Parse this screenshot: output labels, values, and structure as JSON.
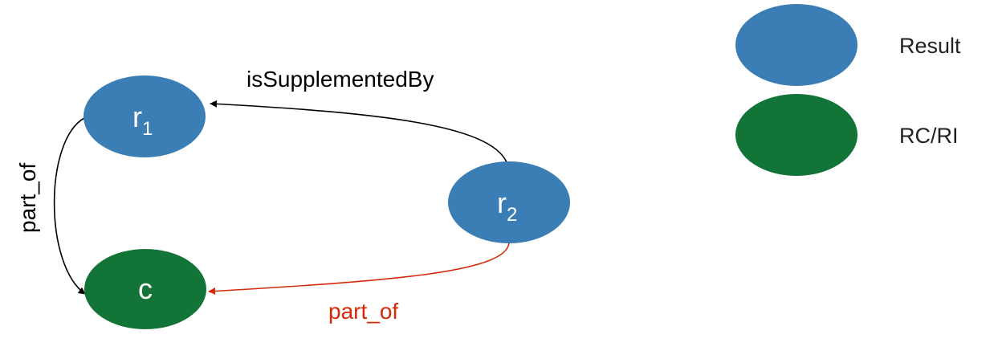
{
  "colors": {
    "result": "#3b7db5",
    "rc_ri": "#127436",
    "black_edge": "#000000",
    "red_edge": "#d42a0a"
  },
  "nodes": {
    "r1": {
      "letter": "r",
      "subscript": "1",
      "type": "result"
    },
    "r2": {
      "letter": "r",
      "subscript": "2",
      "type": "result"
    },
    "c": {
      "label": "c",
      "type": "rc_ri"
    }
  },
  "edges": {
    "is_supplemented_by": {
      "label": "isSupplementedBy",
      "from": "r2",
      "to": "r1"
    },
    "part_of_r1_c": {
      "label": "part_of",
      "from": "r1",
      "to": "c"
    },
    "part_of_r2_c": {
      "label": "part_of",
      "from": "r2",
      "to": "c"
    }
  },
  "legend": {
    "result": {
      "label": "Result"
    },
    "rc_ri": {
      "label": "RC/RI"
    }
  }
}
